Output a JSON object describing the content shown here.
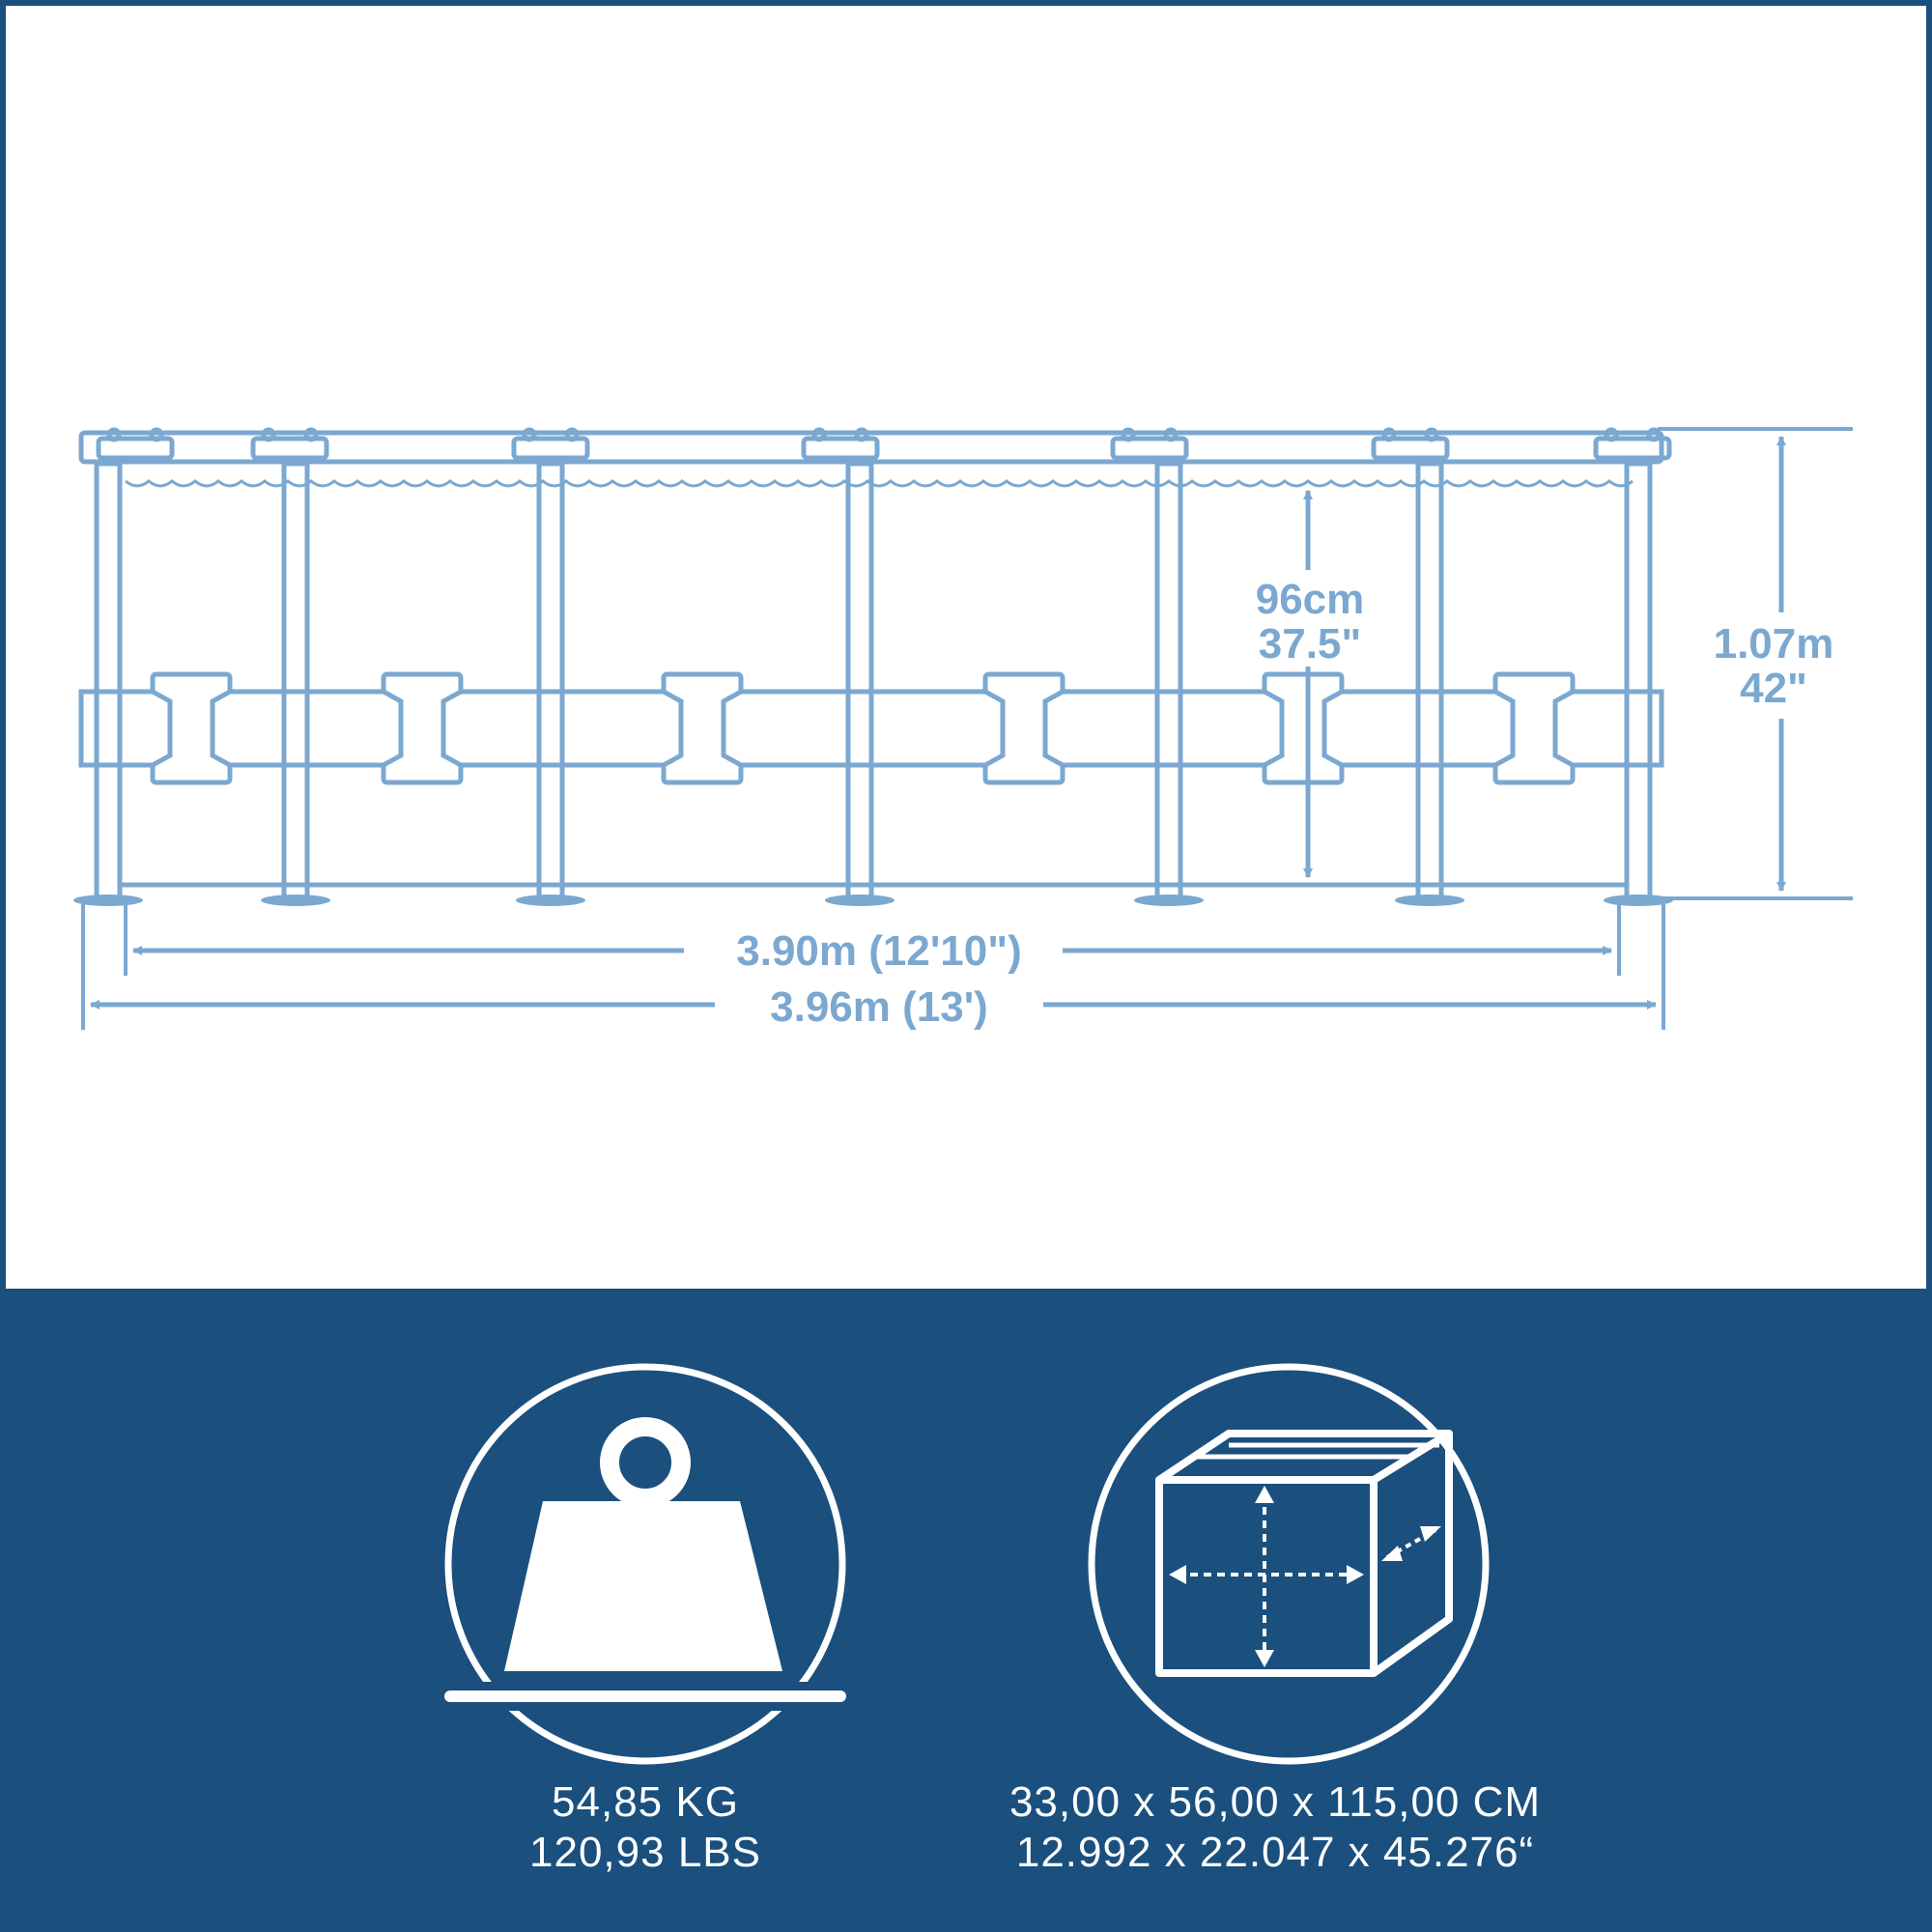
{
  "dimensions": {
    "water_depth_cm": "96cm",
    "water_depth_in": "37.5\"",
    "total_height_m": "1.07m",
    "total_height_in": "42\"",
    "inner_width": "3.90m (12'10\")",
    "outer_width": "3.96m (13')"
  },
  "specs": {
    "weight": {
      "icon": "weight-icon",
      "kg": "54,85 KG",
      "lbs": "120,93 LBS"
    },
    "package": {
      "icon": "box-dimensions-icon",
      "cm": "33,00 x 56,00 x 115,00 CM",
      "inches": "12.992 x 22.047 x 45.276“"
    }
  },
  "colors": {
    "line": "#7ba8d0",
    "band": "#1b4f7e",
    "icon": "#ffffff"
  }
}
